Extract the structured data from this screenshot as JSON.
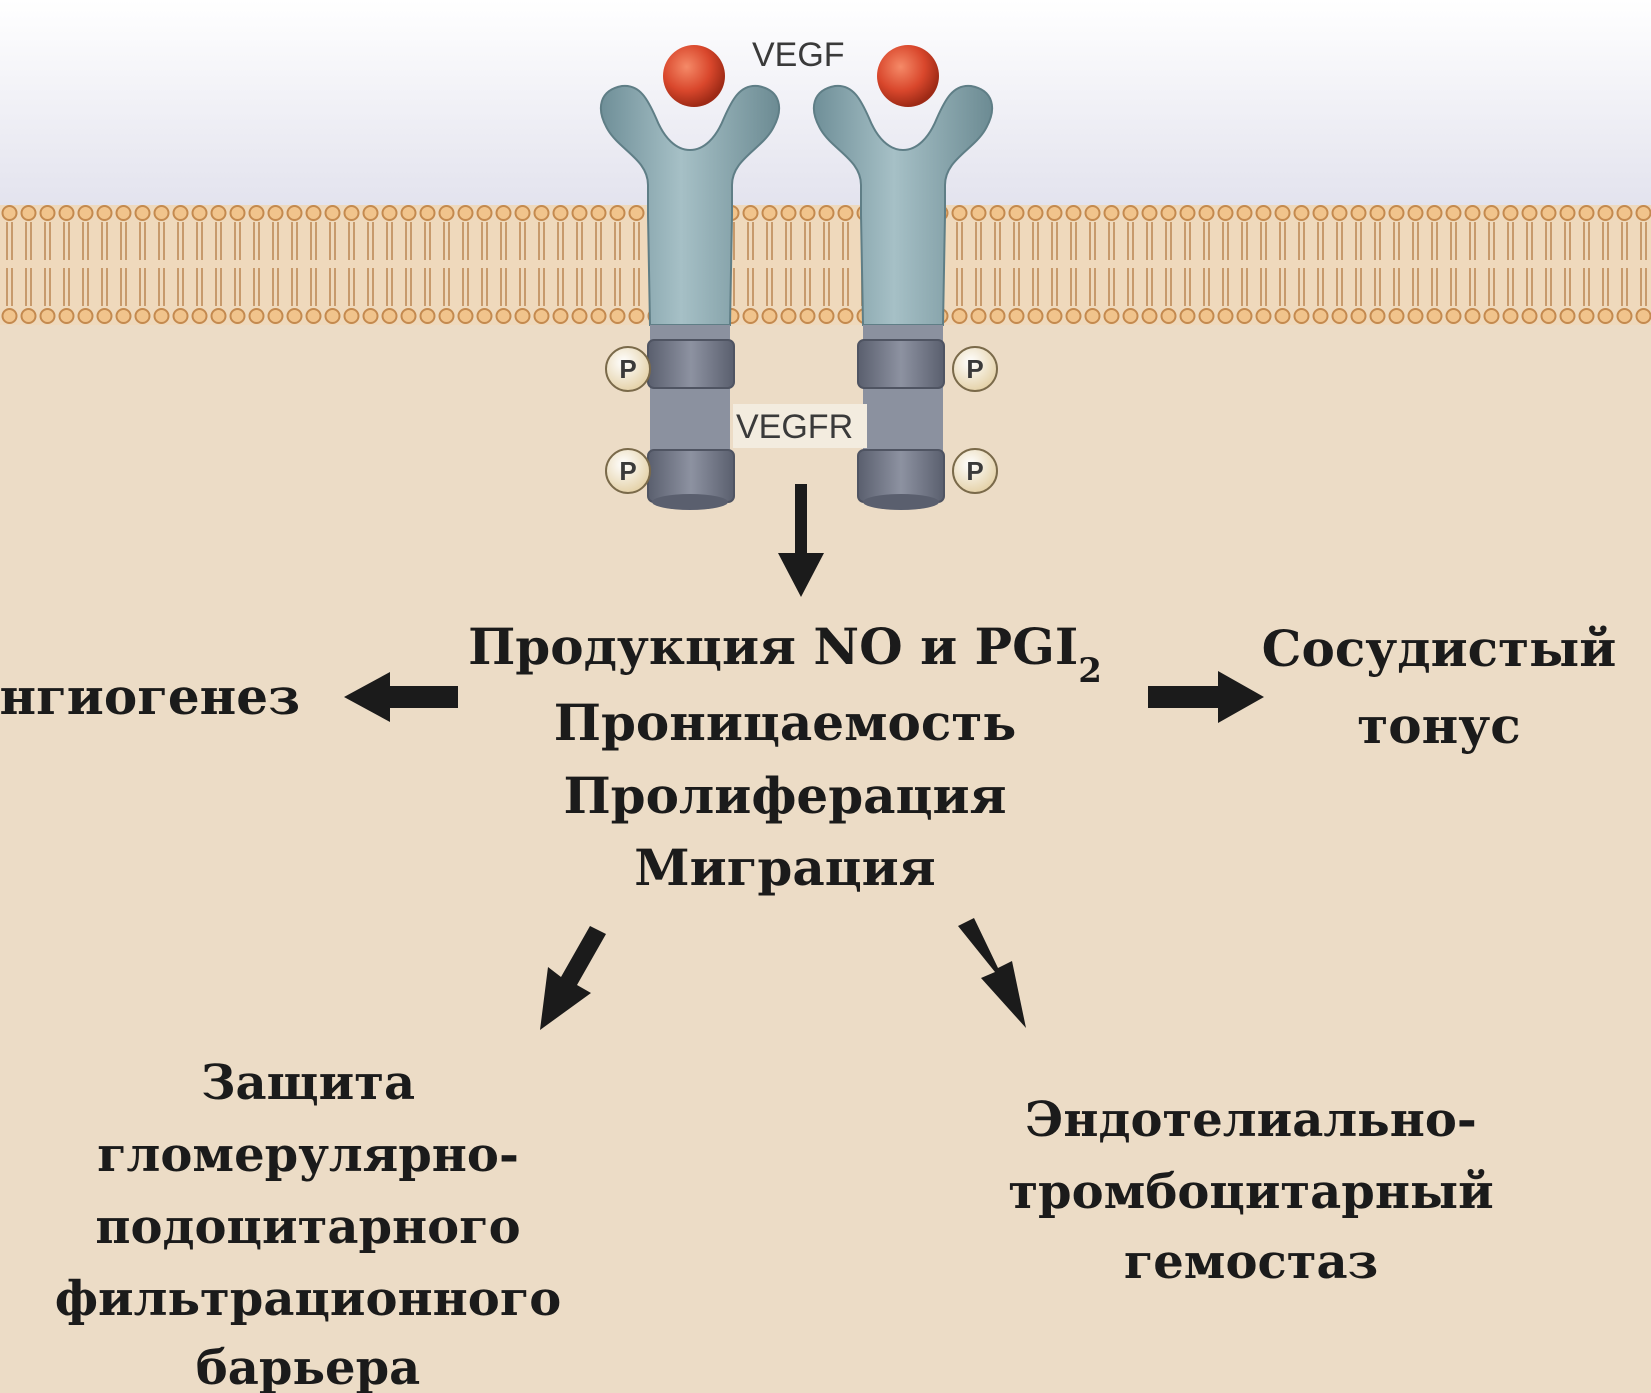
{
  "labels": {
    "ligand": "VEGF",
    "receptor": "VEGFR",
    "phospho": "P",
    "center": {
      "line1_prefix": "Продукция NO и PGI",
      "line1_sub": "2",
      "line2": "Проницаемость",
      "line3": "Пролиферация",
      "line4": "Миграция"
    },
    "left": "нгиогенез",
    "right": [
      "Сосудистый",
      "тонус"
    ],
    "bottom_left": [
      "Защита",
      "гломерулярно-",
      "подоцитарного",
      "фильтрационного",
      "барьера"
    ],
    "bottom_right": [
      "Эндотелиально-",
      "тромбоцитарный",
      "гемостаз"
    ]
  },
  "colors": {
    "background": "#ecdcc6",
    "extracellular": "#eeeef4",
    "receptor": "#7f9ea6",
    "kinase": "#6a6f7e",
    "ligand": "#d9472c",
    "membrane_head": "#e6b37a",
    "arrow": "#1b1b1b"
  }
}
